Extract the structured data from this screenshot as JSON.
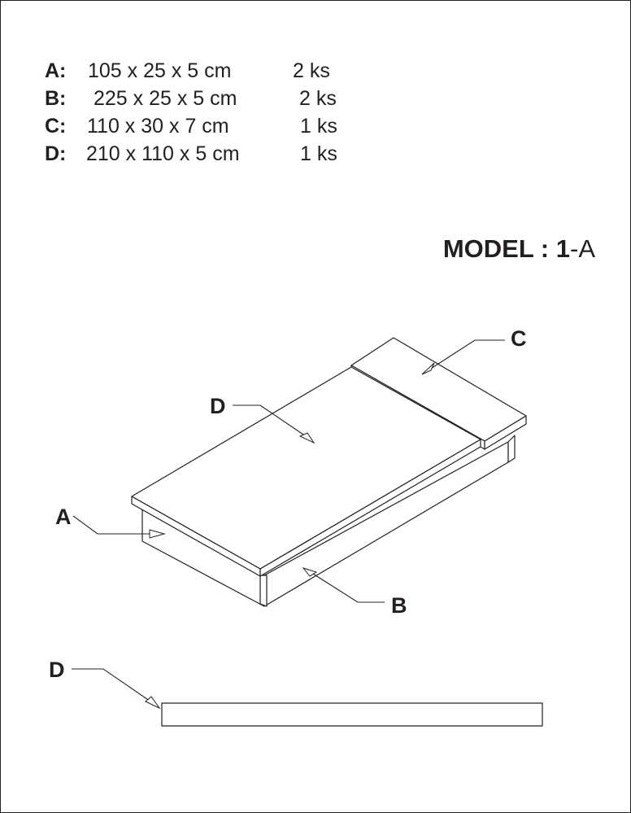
{
  "parts": [
    {
      "letter": "A:",
      "dims": "105  x  25 x  5 cm",
      "qty": "2 ks"
    },
    {
      "letter": "B:",
      "dims": "225  x  25 x  5 cm",
      "qty": "2 ks"
    },
    {
      "letter": "C:",
      "dims": "110  x  30  x  7 cm",
      "qty": "1 ks"
    },
    {
      "letter": "D:",
      "dims": "210  x  110  x  5 cm",
      "qty": "1 ks"
    }
  ],
  "model": {
    "prefix": "MODEL : ",
    "number": "1",
    "suffix": "-A"
  },
  "labels": {
    "A": "A",
    "B": "B",
    "C": "C",
    "D": "D",
    "D_section": "D"
  },
  "colors": {
    "line": "#231f20",
    "background": "#ffffff"
  }
}
